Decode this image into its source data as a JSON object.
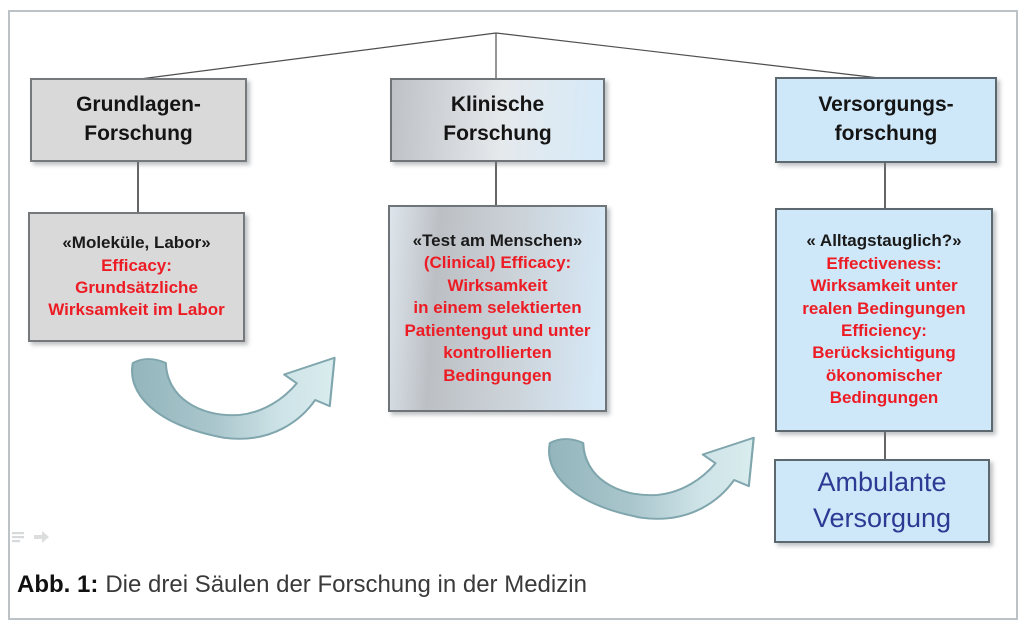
{
  "figure": {
    "caption_label": "Abb. 1:",
    "caption_text": "Die drei Säulen der Forschung in der Medizin"
  },
  "columns": [
    {
      "header_lines": [
        "Grundlagen-",
        "Forschung"
      ],
      "detail": {
        "quote": "«Moleküle, Labor»",
        "red_lines": [
          "Efficacy:",
          "Grundsätzliche",
          "Wirksamkeit im Labor"
        ]
      }
    },
    {
      "header_lines": [
        "Klinische",
        "Forschung"
      ],
      "detail": {
        "quote": "«Test am Menschen»",
        "red_lines": [
          "(Clinical) Efficacy:",
          "Wirksamkeit",
          "in einem selektierten",
          "Patientengut und unter",
          "kontrollierten",
          "Bedingungen"
        ]
      }
    },
    {
      "header_lines": [
        "Versorgungs-",
        "forschung"
      ],
      "detail": {
        "quote": "« Alltagstauglich?»",
        "red_lines": [
          "Effectiveness:",
          "Wirksamkeit unter",
          "realen Bedingungen",
          "Efficiency:",
          "Berücksichtigung",
          "ökonomischer",
          "Bedingungen"
        ]
      }
    }
  ],
  "ambulante_lines": [
    "Ambulante",
    "Versorgung"
  ],
  "decoration_icons": [
    "notes-icon",
    "forward-arrow-icon"
  ],
  "colors": {
    "red_text": "#ed1c24",
    "blue_text": "#2c3a94",
    "gray_fill": "#d9d9d9",
    "blue_fill": "#cfe8f9",
    "arrow_dark": "#93b5bc",
    "arrow_light": "#d9ecee",
    "box_border": "#5d676e",
    "frame_border": "#bcc2c6"
  }
}
